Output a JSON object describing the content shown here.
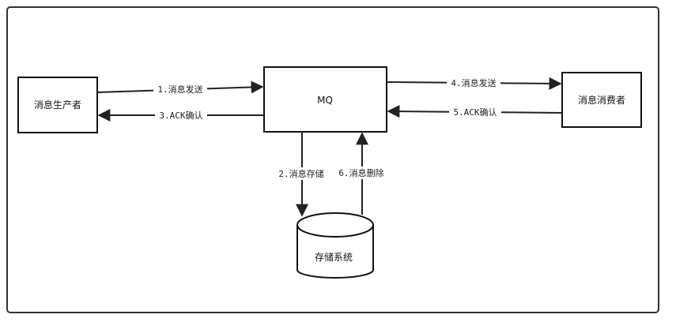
{
  "nodes": {
    "producer": "消息生产者",
    "mq": "MQ",
    "consumer": "消息消费者",
    "storage": "存储系统"
  },
  "edges": {
    "send_to_mq": "1.消息发送",
    "store": "2.消息存储",
    "ack_to_producer": "3.ACK确认",
    "send_to_consumer": "4.消息发送",
    "ack_from_consumer": "5.ACK确认",
    "delete": "6.消息删除"
  }
}
